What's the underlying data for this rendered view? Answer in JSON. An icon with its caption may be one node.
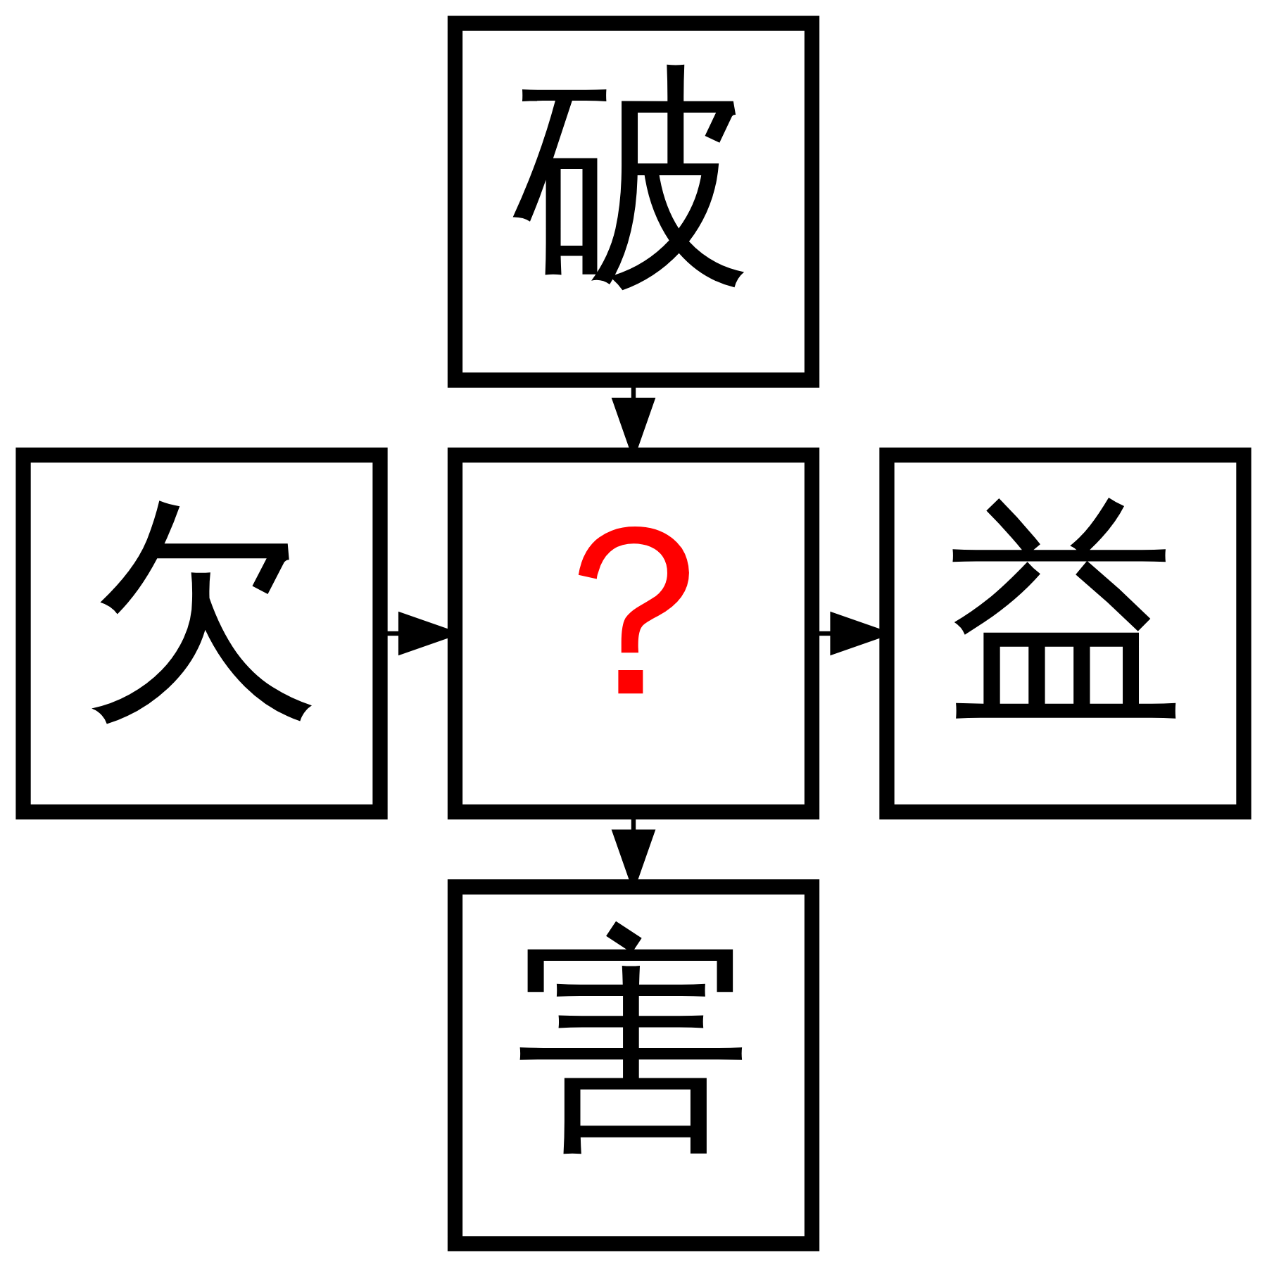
{
  "diagram": {
    "nodes": [
      {
        "text": [
          "破"
        ]
      },
      {
        "text": [
          "欠"
        ]
      },
      {
        "text": [
          "？"
        ]
      },
      {
        "text": [
          "益"
        ]
      },
      {
        "text": [
          "害"
        ]
      }
    ],
    "edges": [
      {
        "from": 0,
        "to": 2,
        "arrow": "to"
      },
      {
        "from": 1,
        "to": 2,
        "arrow": "to"
      },
      {
        "from": 2,
        "to": 3,
        "arrow": "to"
      },
      {
        "from": 2,
        "to": 4,
        "arrow": "to"
      }
    ]
  }
}
